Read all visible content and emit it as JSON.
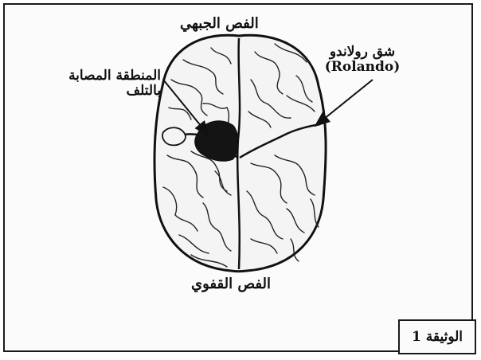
{
  "labels": {
    "frontal_lobe": "الفص الجبهي",
    "occipital_lobe": "الفص القفوي",
    "damaged_area_line1": "المنطقة المصابة",
    "damaged_area_line2": "بالتلف",
    "rolando_line1": "شق رولاندو",
    "rolando_line2": "(Rolando)"
  },
  "document_label": "الوثيقة 1",
  "colors": {
    "ink": "#111111",
    "damaged_area": "#141414"
  }
}
